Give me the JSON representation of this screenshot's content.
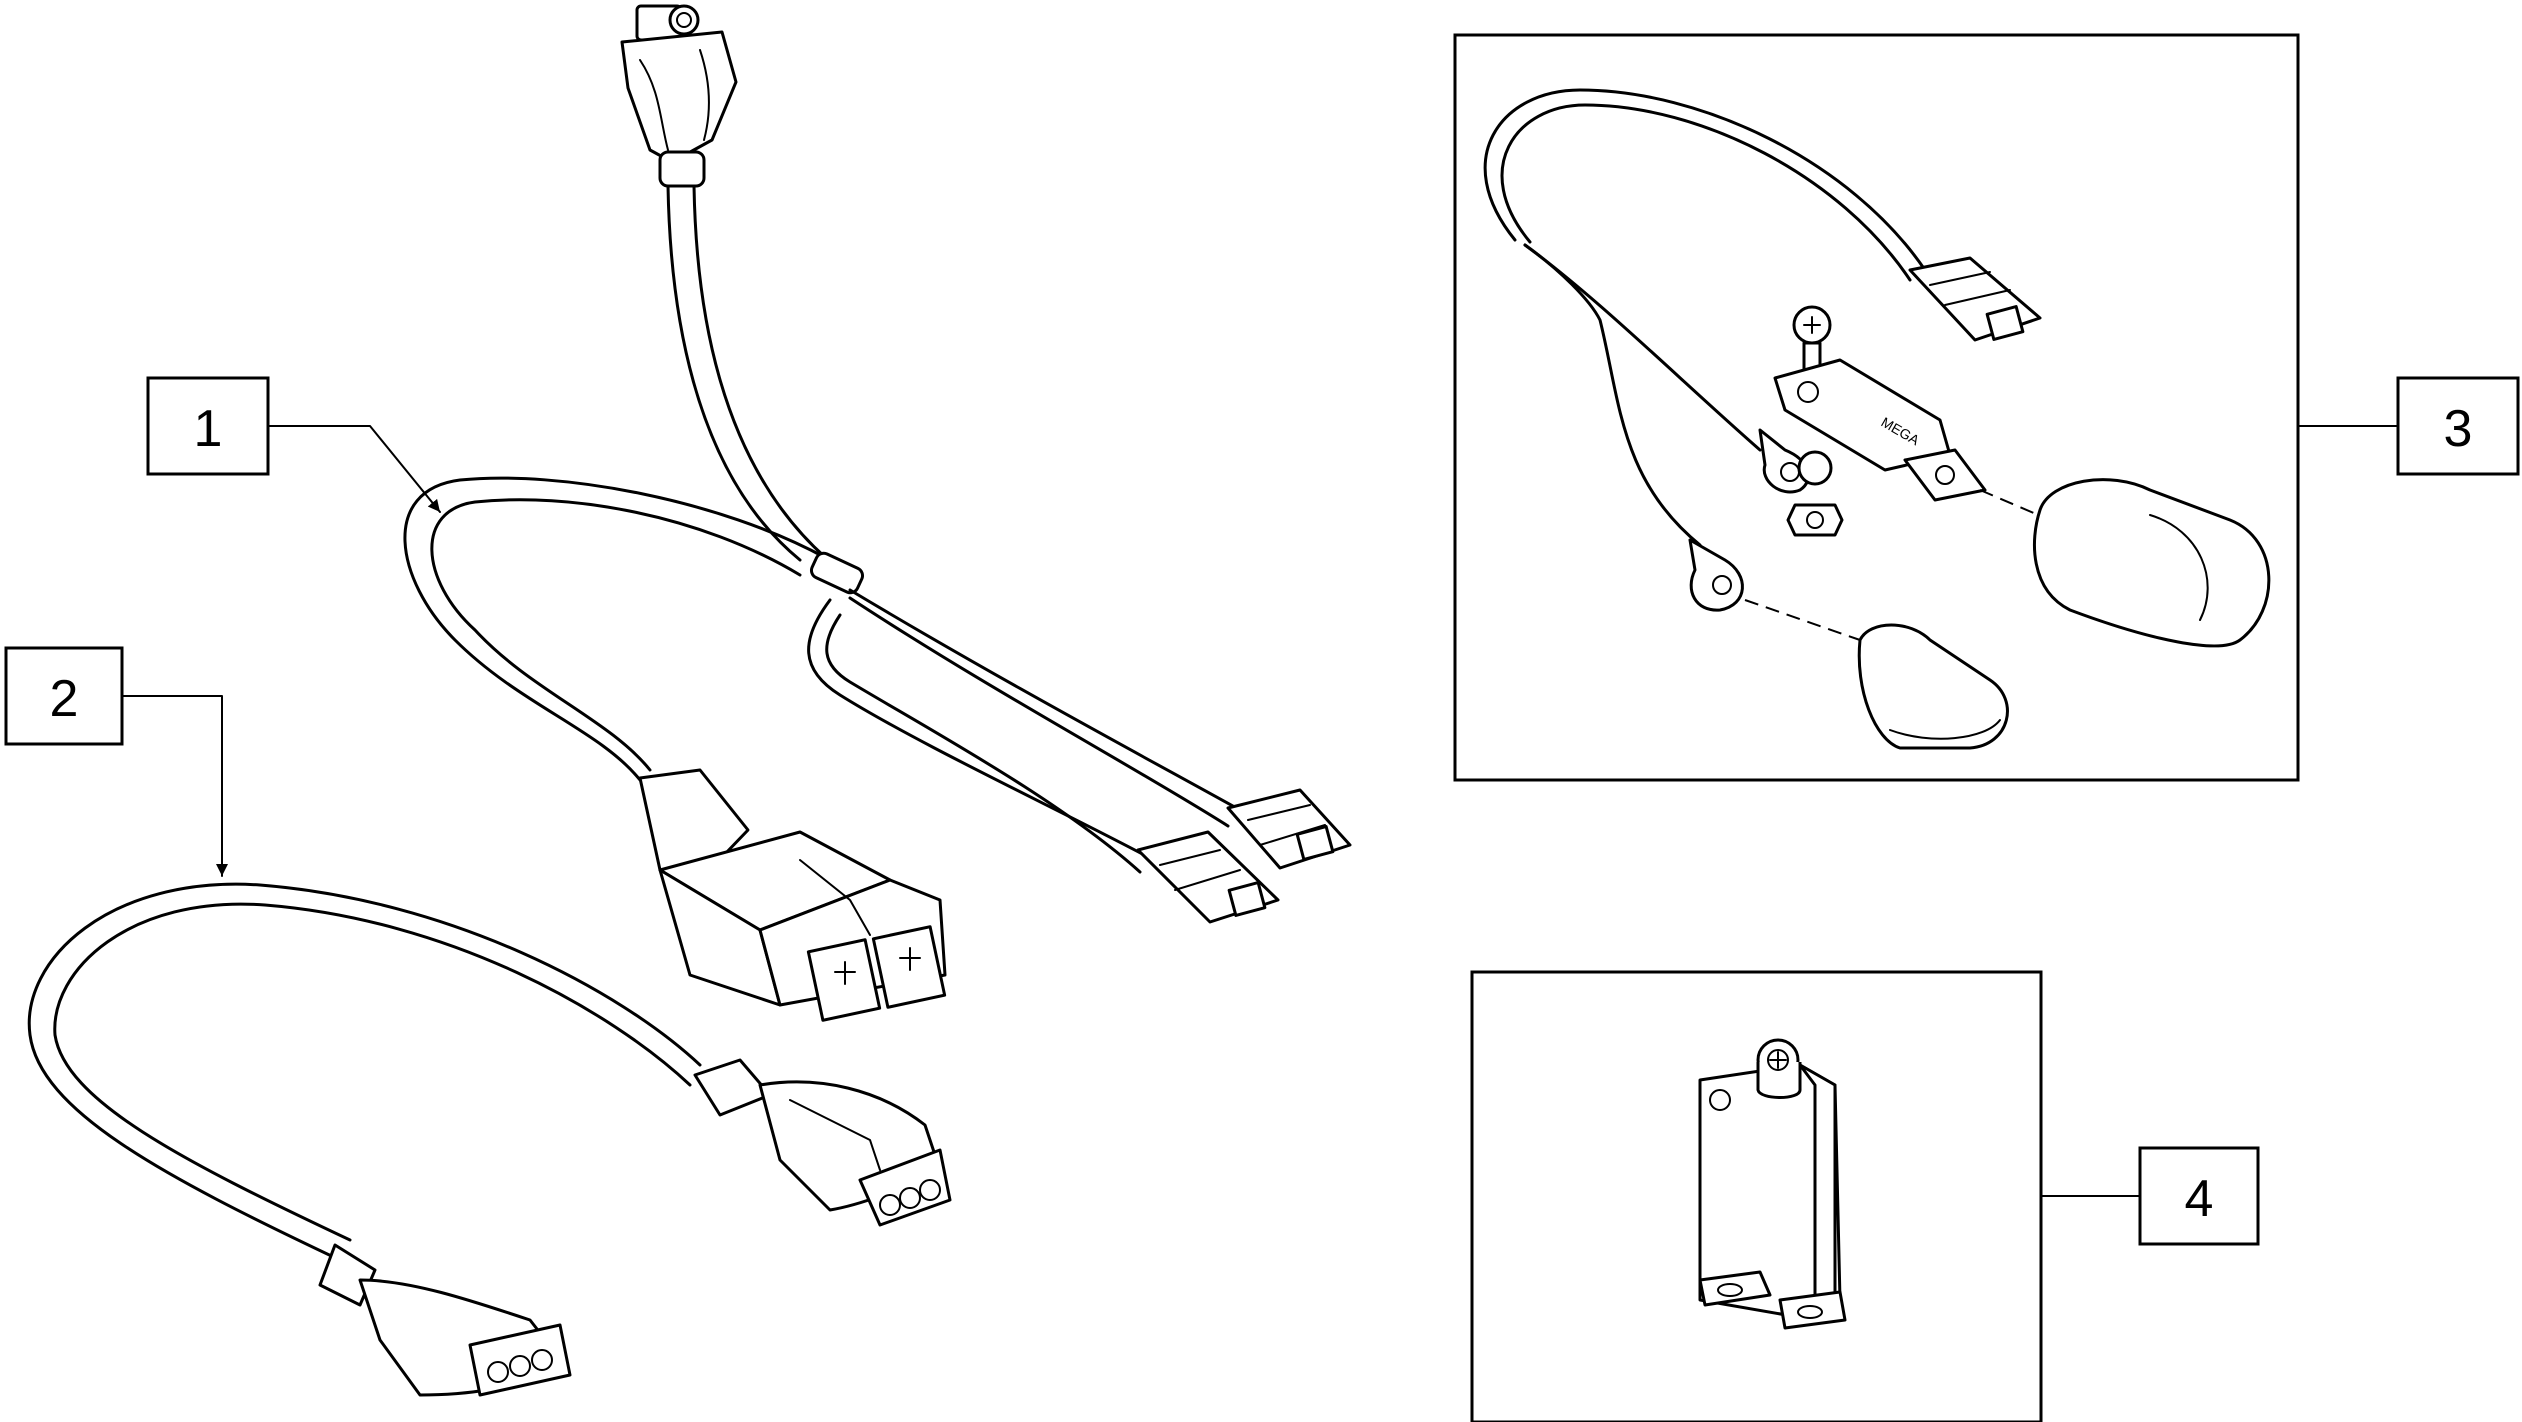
{
  "callouts": [
    {
      "id": "1",
      "label": "1"
    },
    {
      "id": "2",
      "label": "2"
    },
    {
      "id": "3",
      "label": "3"
    },
    {
      "id": "4",
      "label": "4"
    }
  ],
  "fuse_holder_marking": "MEGA"
}
